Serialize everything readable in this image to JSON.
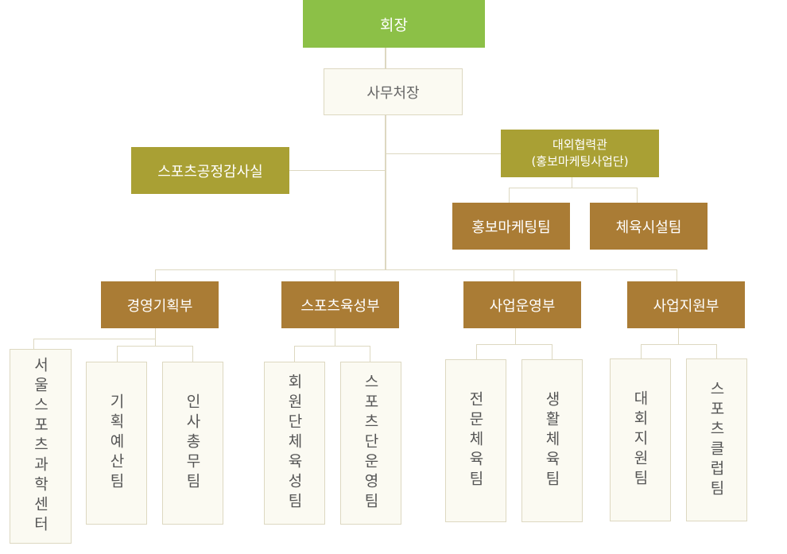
{
  "org": {
    "chairman": "회장",
    "secretary_general": "사무처장",
    "audit_office": "스포츠공정감사실",
    "external_cooperation": {
      "line1": "대외협력관",
      "line2": "(홍보마케팅사업단)"
    },
    "marketing_team": "홍보마케팅팀",
    "facility_team": "체육시설팀",
    "departments": [
      "경영기획부",
      "스포츠육성부",
      "사업운영부",
      "사업지원부"
    ],
    "teams": [
      "서울스포츠과학센터",
      "기획예산팀",
      "인사총무팀",
      "회원단체육성팀",
      "스포츠단운영팀",
      "전문체육팀",
      "생활체육팀",
      "대회지원팀",
      "스포츠클럽팀"
    ]
  },
  "colors": {
    "chairman": "#8cc047",
    "olive": "#a9a034",
    "brown": "#aa7c35",
    "light_box": "#fbfaf2",
    "line": "#ddd8c1"
  }
}
